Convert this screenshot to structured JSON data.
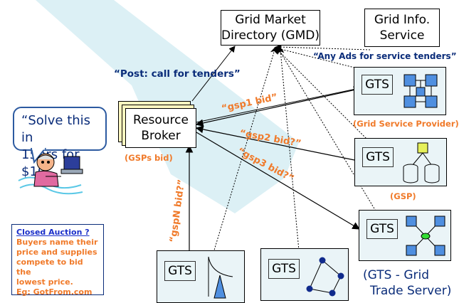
{
  "nodes": {
    "gmd": {
      "line1": "Grid Market",
      "line2": "Directory (GMD)"
    },
    "gis": {
      "line1": "Grid Info.",
      "line2": "Service"
    },
    "broker": {
      "line1": "Resource",
      "line2": "Broker"
    },
    "gts_label": "GTS"
  },
  "labels": {
    "post_call": "“Post: call for tenders”",
    "any_ads": "“Any Ads for service tenders”",
    "gsp1_bid": "“gsp1 bid”",
    "gsp2_bid": "“gsp2 bid?”",
    "gsp3_bid": "“gsp3 bid?”",
    "gspN_bid": "“gspN bid?”",
    "gsps_bid": "(GSPs bid)",
    "grid_service_provider": "(Grid Service Provider)",
    "gsp": "(GSP)",
    "gts_grid_line1": "(GTS - Grid",
    "gts_grid_line2": "Trade Server)"
  },
  "speech": {
    "line1": "“Solve this in",
    "line2": "15hrs for $10”"
  },
  "auction": {
    "title": "Closed Auction ?",
    "line1": "Buyers name their",
    "line2": "price and supplies",
    "line3": "compete to bid the",
    "line4": "lowest price.",
    "line5": "Eg: GotFrom.com"
  },
  "colors": {
    "accent_orange": "#f07a2a",
    "navy": "#0b2d7a",
    "background_band": "#dcf0f5",
    "node_fill": "#eaf4f7",
    "square_blue": "#4f8fe0",
    "square_yellow": "#e6f05a",
    "node_green": "#33dd33"
  }
}
